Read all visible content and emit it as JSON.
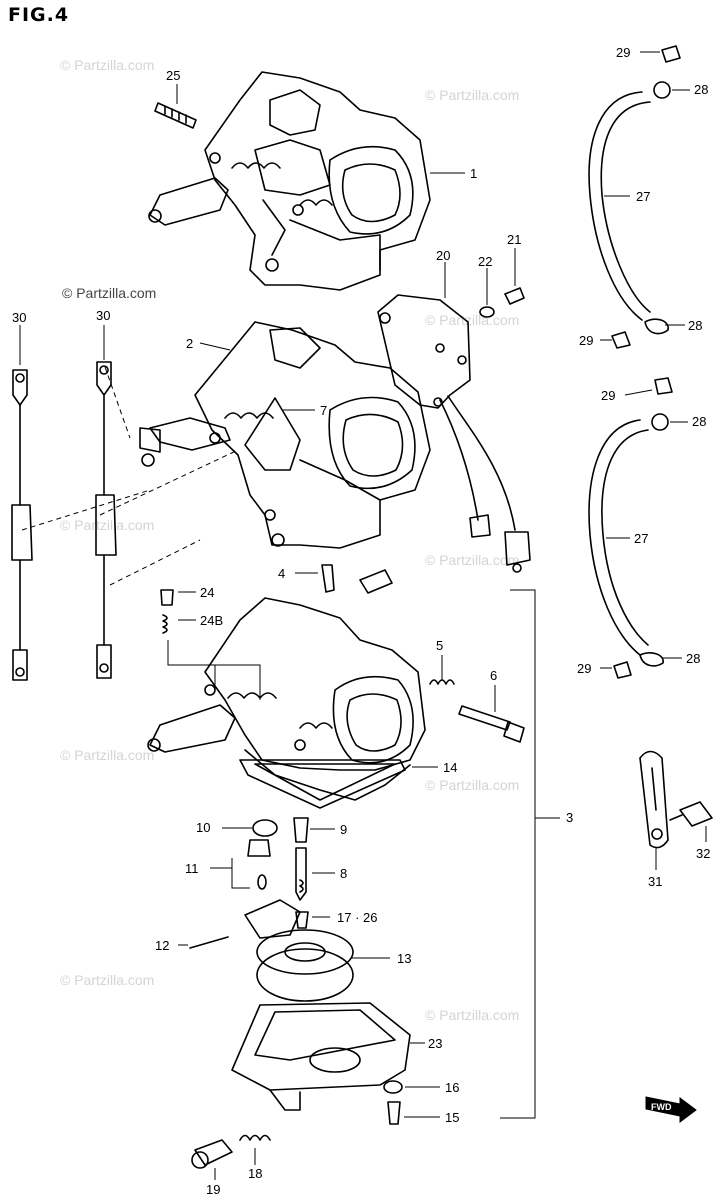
{
  "figure": {
    "title": "FIG.4"
  },
  "watermark": {
    "text": "© Partzilla.com"
  },
  "callouts": {
    "c1": "1",
    "c2": "2",
    "c3": "3",
    "c4": "4",
    "c5": "5",
    "c6": "6",
    "c7": "7",
    "c8": "8",
    "c9": "9",
    "c10": "10",
    "c11": "11",
    "c12": "12",
    "c13": "13",
    "c14": "14",
    "c15": "15",
    "c16": "16",
    "c17_26": "17 · 26",
    "c18": "18",
    "c19": "19",
    "c20": "20",
    "c21": "21",
    "c22": "22",
    "c23": "23",
    "c24": "24",
    "c24b": "24B",
    "c25": "25",
    "c27a": "27",
    "c27b": "27",
    "c28a": "28",
    "c28b": "28",
    "c28c": "28",
    "c28d": "28",
    "c29a": "29",
    "c29b": "29",
    "c29c": "29",
    "c29d": "29",
    "c30a": "30",
    "c30b": "30",
    "c31": "31",
    "c32": "32"
  },
  "badge": {
    "fwd": "FWD"
  }
}
